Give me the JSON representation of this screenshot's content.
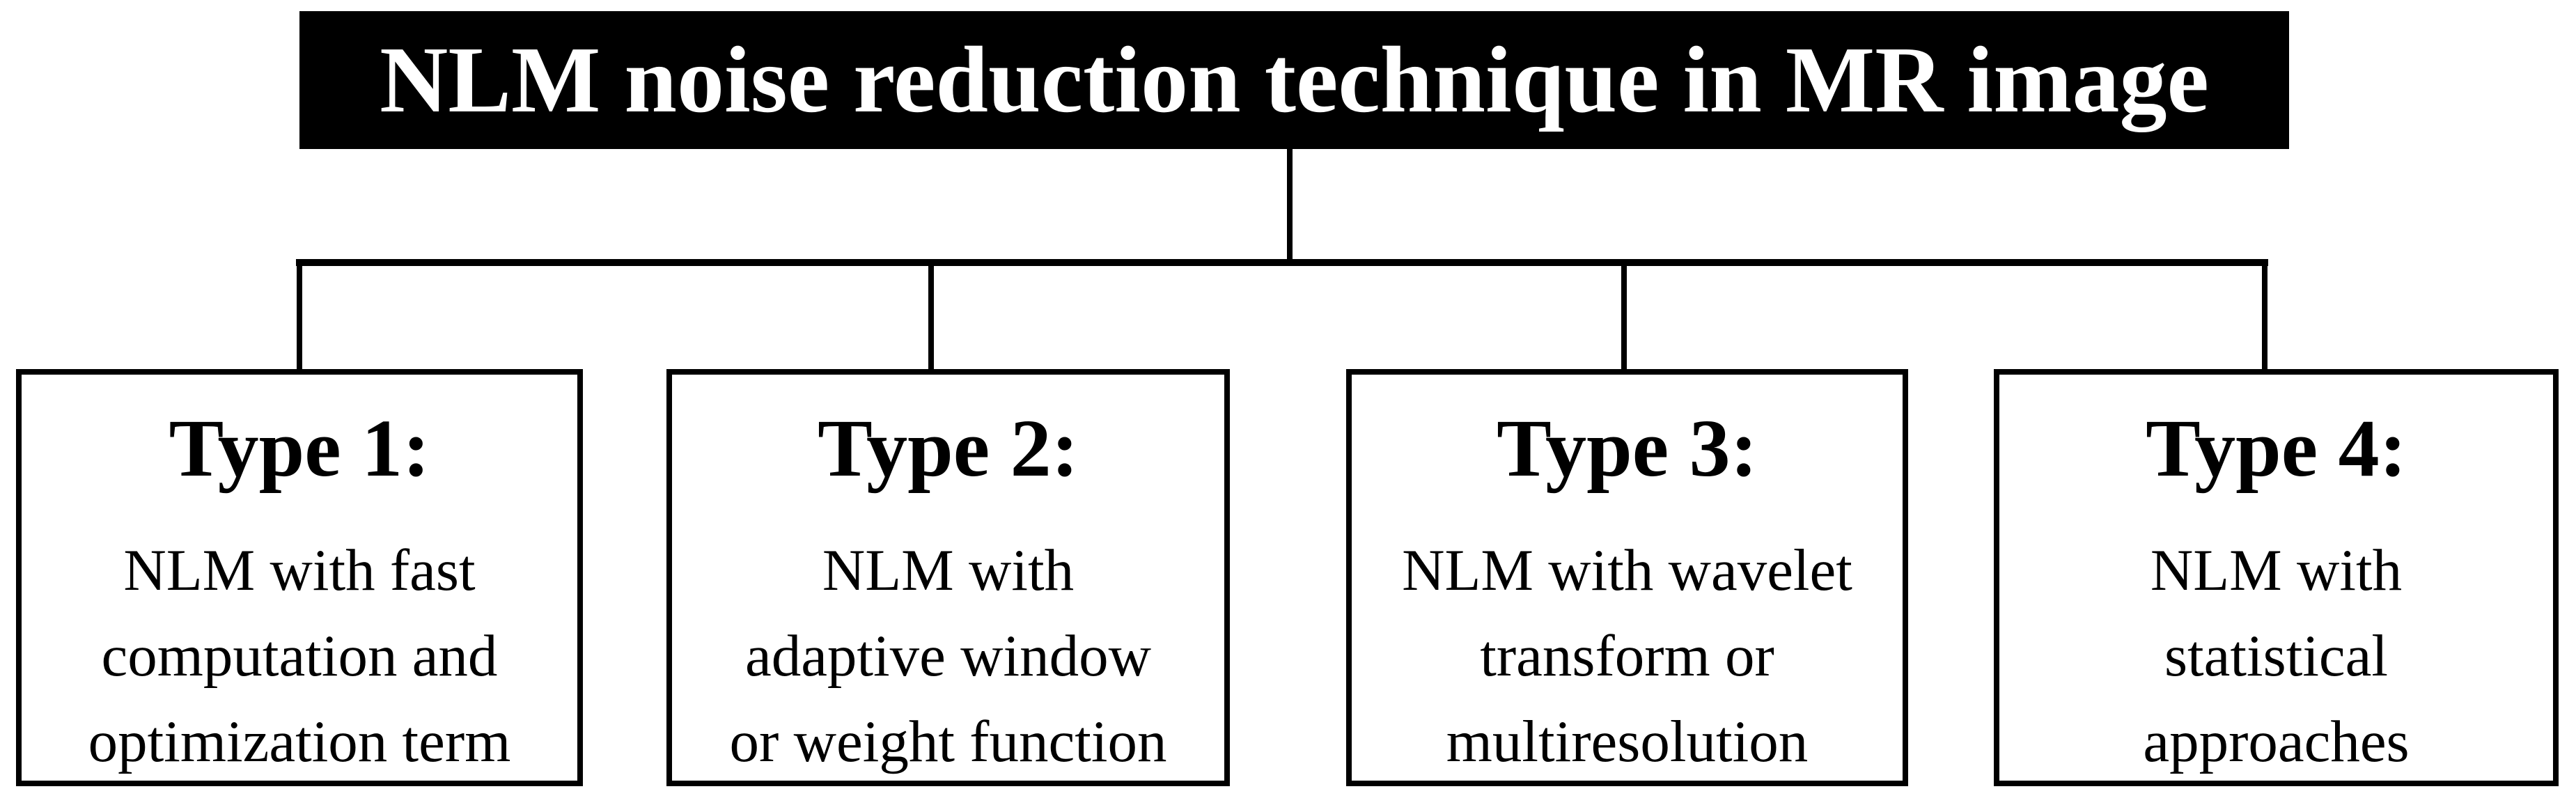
{
  "title": {
    "text": "NLM noise reduction technique in MR image"
  },
  "colors": {
    "title_background": "#000000",
    "title_text": "#ffffff",
    "connector_line": "#000000",
    "box_border": "#000000",
    "box_background": "#ffffff",
    "box_text": "#000000",
    "page_background": "#ffffff"
  },
  "boxes": [
    {
      "heading": "Type 1:",
      "lines": [
        "NLM with fast",
        "computation and",
        "optimization term"
      ]
    },
    {
      "heading": "Type 2:",
      "lines": [
        "NLM with",
        "adaptive window",
        "or weight function"
      ]
    },
    {
      "heading": "Type 3:",
      "lines": [
        "NLM with wavelet",
        "transform or",
        "multiresolution"
      ]
    },
    {
      "heading": "Type 4:",
      "lines": [
        "NLM with",
        "statistical",
        "approaches"
      ]
    }
  ]
}
